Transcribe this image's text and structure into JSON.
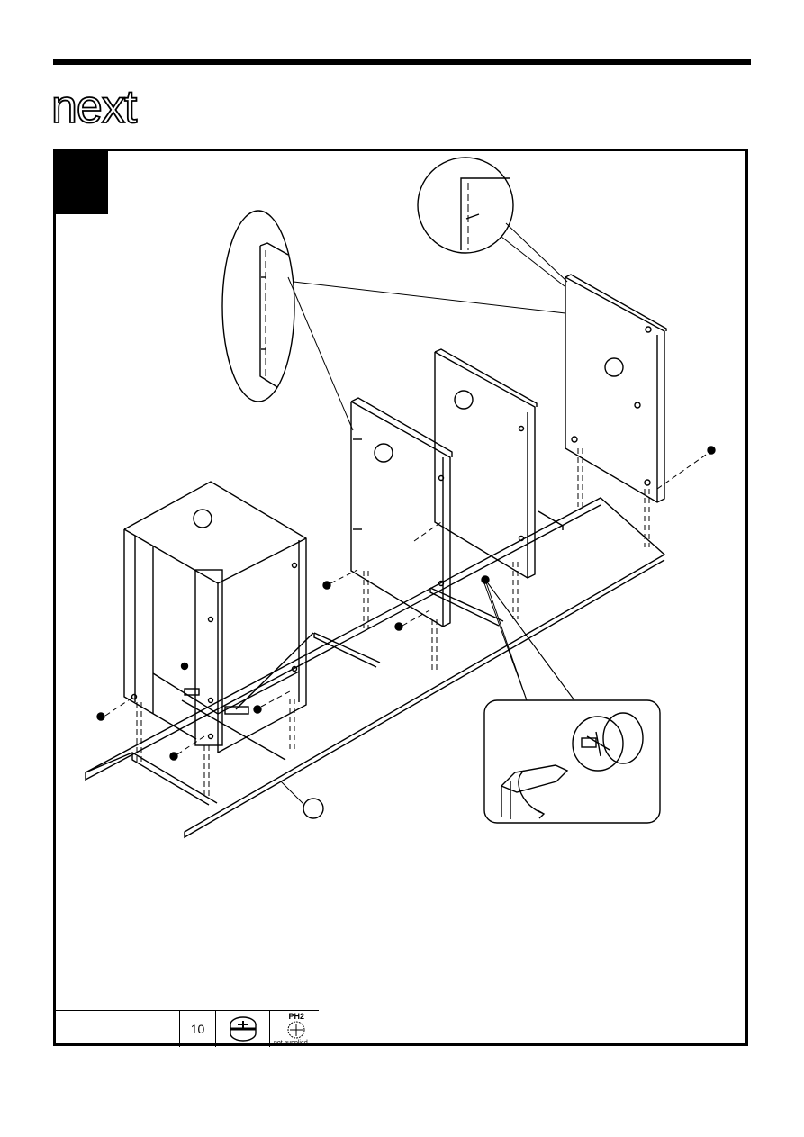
{
  "brand": {
    "logo_text": "next"
  },
  "parts_table": {
    "quantity": "10",
    "tool_label": "PH2",
    "tool_note": "not supplied"
  },
  "icons": [
    "cam-lock-icon",
    "screwdriver-icon",
    "phillips-head-icon",
    "cam-fitting-icon"
  ]
}
